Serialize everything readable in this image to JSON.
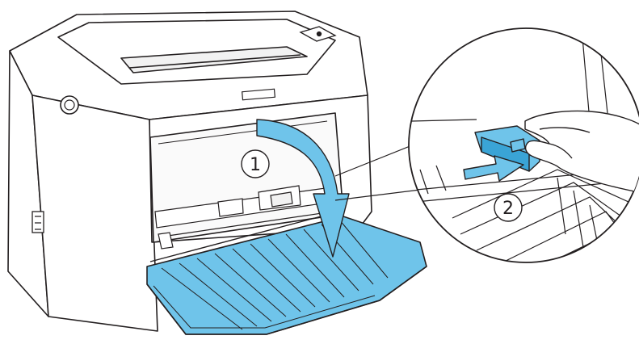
{
  "figure": {
    "step_labels": [
      "1",
      "2"
    ]
  },
  "colors": {
    "line": "#231f20",
    "highlight_blue": "#6fc4ea",
    "highlight_blue_dark": "#3aa4d6",
    "paper": "#ffffff"
  },
  "icons": {
    "step1_arrow": "curved-down-arrow",
    "step2_arrow": "right-arrow",
    "hand": "hand-pushing-lever",
    "printer": "laser-printer"
  }
}
